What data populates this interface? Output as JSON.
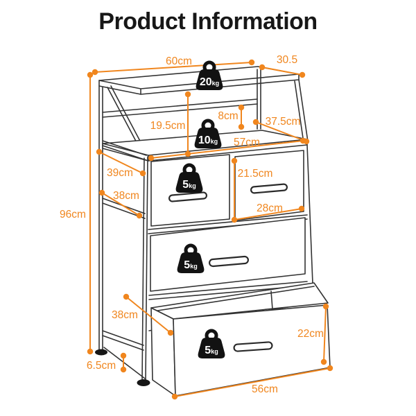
{
  "title": "Product Information",
  "colors": {
    "accent": "#F0861E",
    "line": "#333333",
    "weight": "#121212"
  },
  "measurements": [
    {
      "id": "top-width",
      "label": "60cm"
    },
    {
      "id": "top-depth",
      "label": "30.5"
    },
    {
      "id": "overall-height",
      "label": "96cm"
    },
    {
      "id": "hutch-height",
      "label": "19.5cm"
    },
    {
      "id": "back-gap-height",
      "label": "8cm"
    },
    {
      "id": "shelf-depth",
      "label": "37.5cm"
    },
    {
      "id": "shelf-width",
      "label": "57cm"
    },
    {
      "id": "top-drawer-depth",
      "label": "39cm"
    },
    {
      "id": "mid-drawer-depth",
      "label": "38cm"
    },
    {
      "id": "small-drawer-height",
      "label": "21.5cm"
    },
    {
      "id": "small-drawer-width",
      "label": "28cm"
    },
    {
      "id": "bottom-drawer-depth",
      "label": "38cm"
    },
    {
      "id": "bottom-drawer-height",
      "label": "22cm"
    },
    {
      "id": "bottom-drawer-width",
      "label": "56cm"
    },
    {
      "id": "leg-height",
      "label": "6.5cm"
    }
  ],
  "weights": [
    {
      "id": "top-capacity",
      "value": "20",
      "unit": "kg"
    },
    {
      "id": "shelf-capacity",
      "value": "10",
      "unit": "kg"
    },
    {
      "id": "small-drawer-capacity",
      "value": "5",
      "unit": "kg"
    },
    {
      "id": "middle-drawer-capacity",
      "value": "5",
      "unit": "kg"
    },
    {
      "id": "bottom-drawer-capacity",
      "value": "5",
      "unit": "kg"
    }
  ]
}
